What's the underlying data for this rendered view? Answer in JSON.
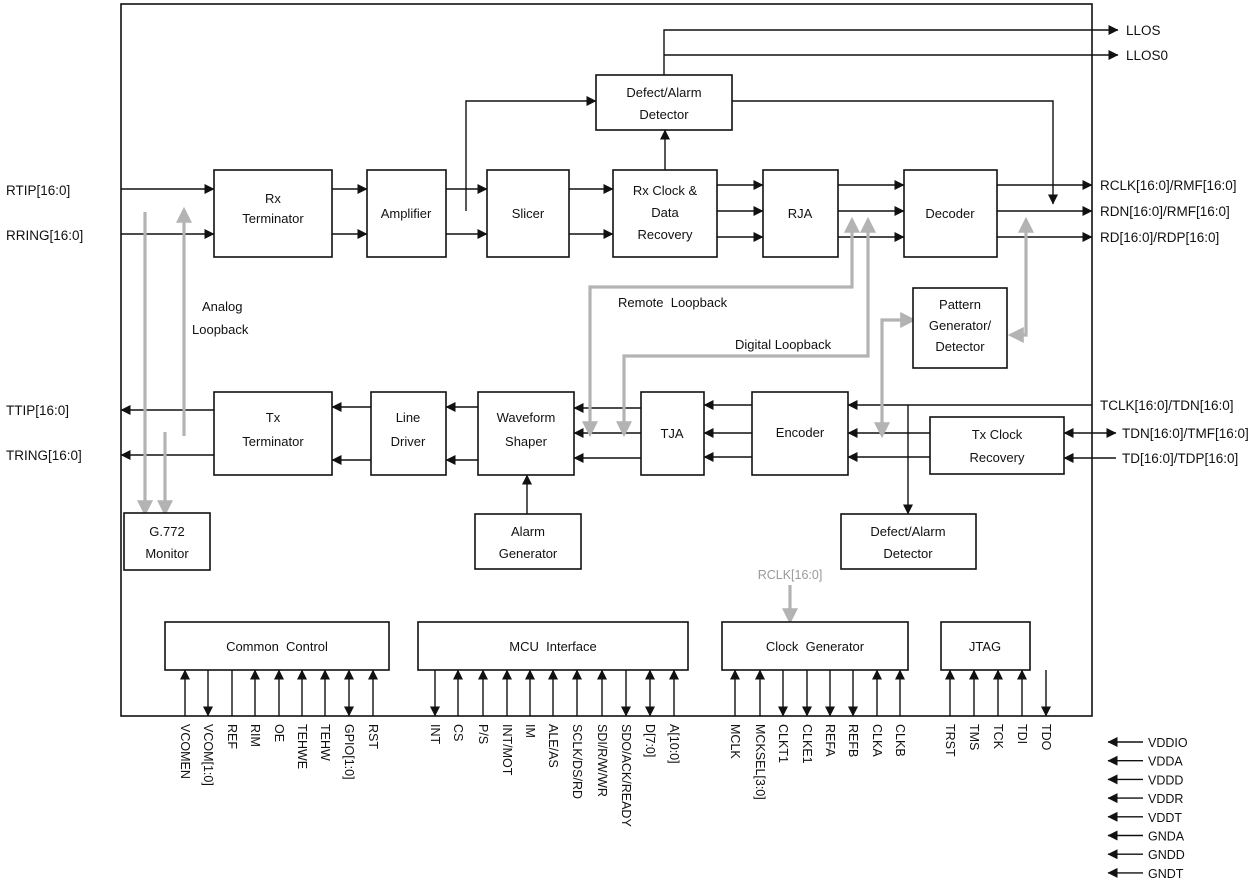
{
  "blocks": {
    "rx_terminator": [
      "Rx",
      "Terminator"
    ],
    "amplifier": [
      "Amplifier"
    ],
    "slicer": [
      "Slicer"
    ],
    "rx_cdr": [
      "Rx Clock &",
      "Data",
      "Recovery"
    ],
    "rja": [
      "RJA"
    ],
    "decoder": [
      "Decoder"
    ],
    "defect_top": [
      "Defect/Alarm",
      "Detector"
    ],
    "pattern": [
      "Pattern",
      "Generator/",
      "Detector"
    ],
    "tx_terminator": [
      "Tx",
      "Terminator"
    ],
    "line_driver": [
      "Line",
      "Driver"
    ],
    "waveform": [
      "Waveform",
      "Shaper"
    ],
    "tja": [
      "TJA"
    ],
    "encoder": [
      "Encoder"
    ],
    "tx_clock": [
      "Tx Clock",
      "Recovery"
    ],
    "g772": [
      "G.772",
      "Monitor"
    ],
    "alarm_gen": [
      "Alarm",
      "Generator"
    ],
    "defect_bottom": [
      "Defect/Alarm",
      "Detector"
    ],
    "common_control": [
      "Common  Control"
    ],
    "mcu_interface": [
      "MCU  Interface"
    ],
    "clock_generator": [
      "Clock  Generator"
    ],
    "jtag": [
      "JTAG"
    ]
  },
  "loopbacks": {
    "analog": [
      "Analog",
      "Loopback"
    ],
    "remote": "Remote  Loopback",
    "digital": "Digital Loopback"
  },
  "left_pins": [
    "RTIP[16:0]",
    "RRING[16:0]",
    "TTIP[16:0]",
    "TRING[16:0]"
  ],
  "right_pins": [
    "LLOS",
    "LLOS0",
    "RCLK[16:0]/RMF[16:0]",
    "RDN[16:0]/RMF[16:0]",
    "RD[16:0]/RDP[16:0]",
    "TCLK[16:0]/TDN[16:0]",
    "TDN[16:0]/TMF[16:0]",
    "TD[16:0]/TDP[16:0]"
  ],
  "rclk_input": "RCLK[16:0]",
  "bottom_pins": {
    "common_control": [
      "VCOMEN",
      "VCOM[1:0]",
      "REF",
      "RIM",
      "OE",
      "TEHWE",
      "TEHW",
      "GPIO[1:0]",
      "RST"
    ],
    "mcu_interface": [
      "INT",
      "CS",
      "P/S",
      "INT/MOT",
      "IM",
      "ALE/AS",
      "SCLK/DS/RD",
      "SDI/R/W/WR",
      "SDO/ACK/READY",
      "D[7:0]",
      "A[10:0]"
    ],
    "clock_generator": [
      "MCLK",
      "MCKSEL[3:0]",
      "CLKT1",
      "CLKE1",
      "REFA",
      "REFB",
      "CLKA",
      "CLKB"
    ],
    "jtag": [
      "TRST",
      "TMS",
      "TCK",
      "TDI",
      "TDO"
    ]
  },
  "power_pins": [
    "VDDIO",
    "VDDA",
    "VDDD",
    "VDDR",
    "VDDT",
    "GNDA",
    "GNDD",
    "GNDT"
  ]
}
